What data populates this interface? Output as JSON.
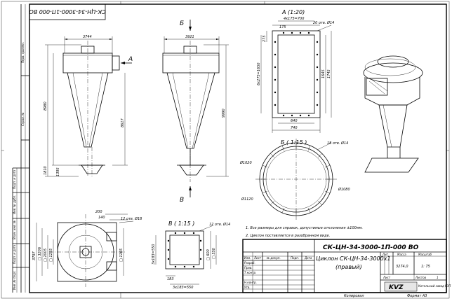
{
  "sheet": {
    "rotated_code": "СК-ЦН-34-3000-1П-000 ВО",
    "side_labels": [
      "Перв. примен.",
      "Справ. №",
      "Подп. и дата",
      "Инв. № дубл.",
      "Взам. инв. №",
      "Подп. и дата",
      "Инв. № подл."
    ],
    "copied": "Копировал",
    "format": "Формат А3"
  },
  "view_front": {
    "width_dim": "3744",
    "height_total": "8980",
    "height_body": "8617",
    "height_bottom": "1810",
    "height_cone": "1395",
    "arrow_label": "А"
  },
  "view_side": {
    "width_dim": "3921",
    "height_dim": "9990",
    "top_label": "Б",
    "bottom_label": "В"
  },
  "view_a": {
    "title": "А (1:20)",
    "top_dim": "4x175=700",
    "top_left_dim": "175",
    "holes": "20 отв. Ø14",
    "left_dim": "6x275=1650",
    "left_top_dim": "275",
    "right_inner_dim": "1645",
    "right_outer_dim": "1745",
    "bottom_inner_dim": "640",
    "bottom_outer_dim": "740"
  },
  "view_b": {
    "title": "Б ( 1:15 )",
    "holes": "18 отв. Ø14",
    "d1": "Ø1020",
    "d2": "Ø1080",
    "d3": "Ø1120"
  },
  "view_top": {
    "d200": "200",
    "d140": "140",
    "holes": "12 отв. Ø18",
    "h3797": "3797",
    "h3206": "□ 3206",
    "h2005": "□ 2005",
    "h1255": "□ 1255",
    "h1165": "□ 1165"
  },
  "view_v": {
    "title": "В ( 1:15 )",
    "holes": "12 отв. Ø14",
    "left_dim": "3x183=550",
    "d600": "□ 600",
    "d550": "□ 550",
    "d183": "183",
    "bottom_dim": "3x183=550"
  },
  "notes": [
    "1. Все размеры для справок, допустимые отклонения ±100мм.",
    "2. Циклон поставляется в разобранном виде."
  ],
  "title_block": {
    "code": "СК-ЦН-34-3000-1П-000 ВО",
    "name_line1": "Циклон СК-ЦН-34-3000х1",
    "name_line2": "(правый)",
    "col_lit": "Лит.",
    "col_mass": "Масса",
    "col_scale": "Масштаб",
    "mass": "3274,0",
    "scale": "1: 75",
    "sheet_label": "Лист",
    "sheets_label": "Листов",
    "sheets": "1",
    "header_cells": [
      "Изм.",
      "Лист",
      "№ докум.",
      "Подп.",
      "Дата"
    ],
    "rows": [
      "Разраб.",
      "Пров.",
      "Т.контр.",
      "",
      "Н.контр.",
      "Утв."
    ],
    "company": "KVZ",
    "company_sub": "Котельный завод РЭП"
  }
}
